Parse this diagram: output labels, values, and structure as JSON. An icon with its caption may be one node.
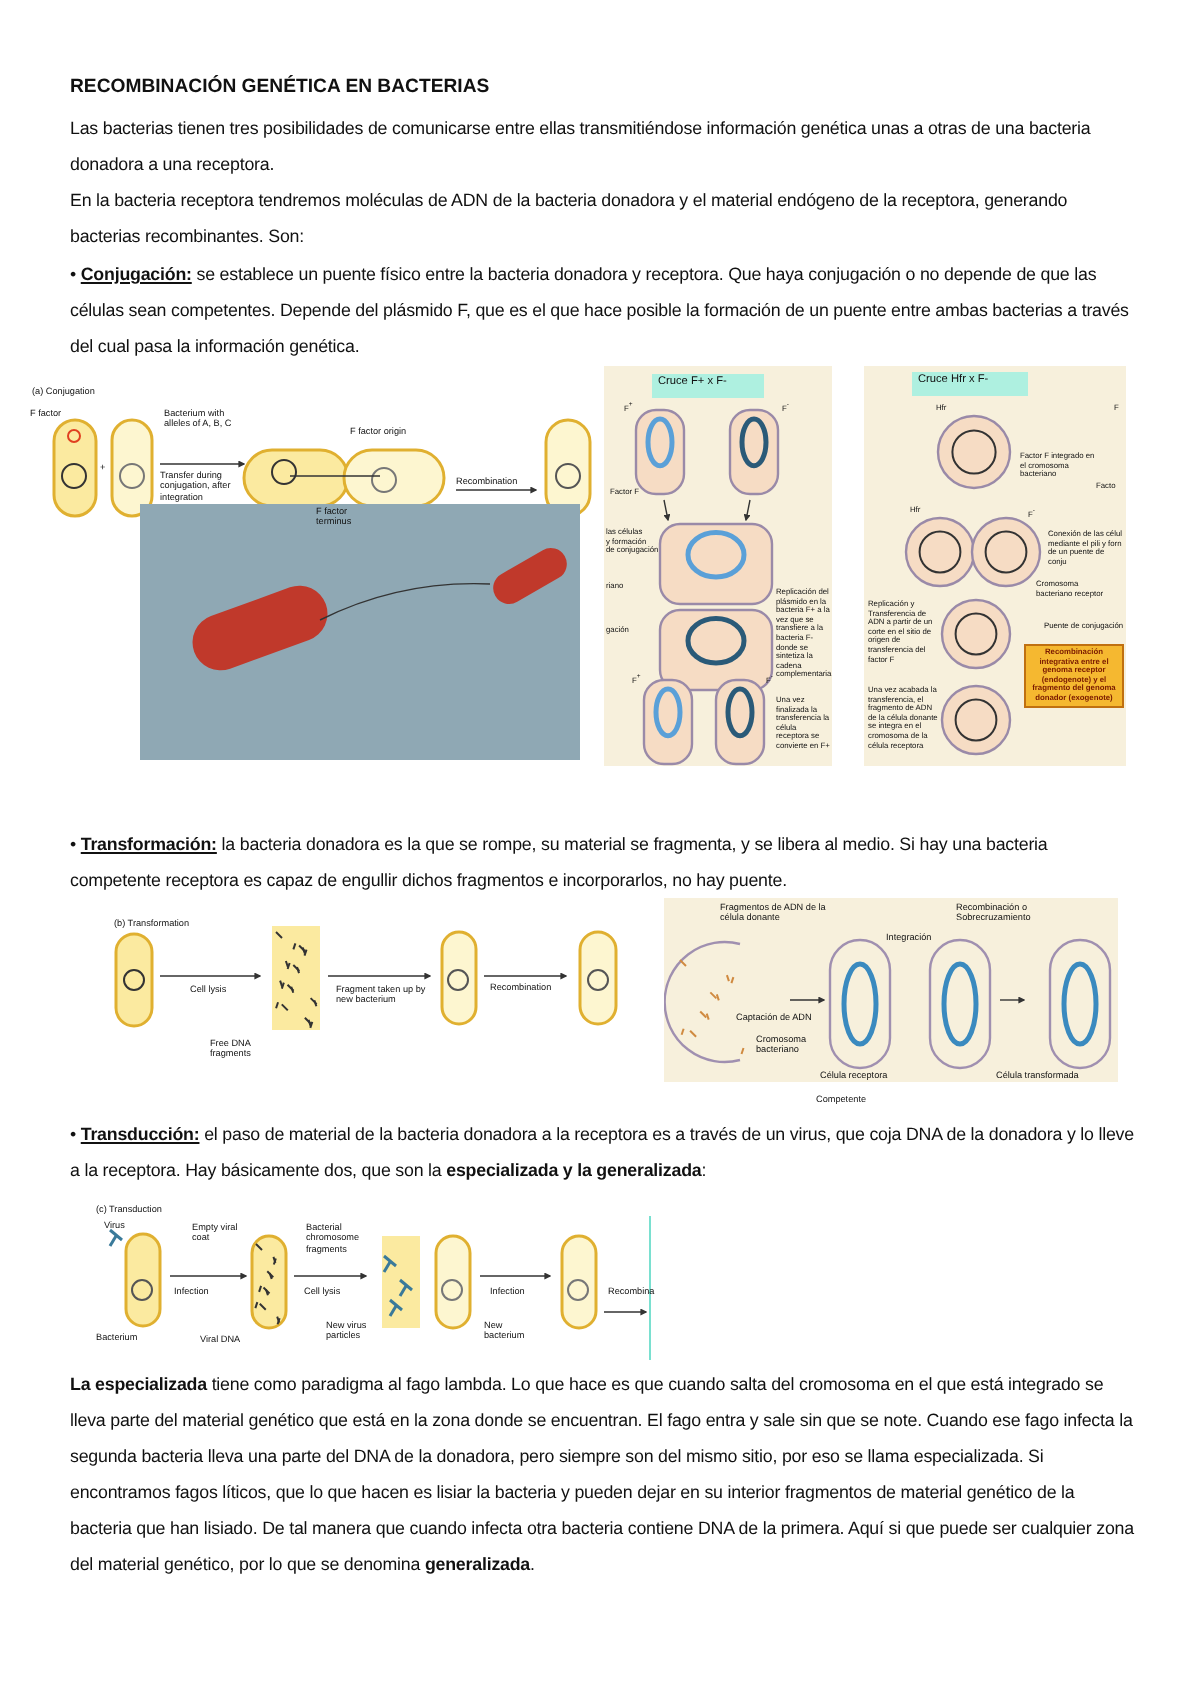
{
  "diagram": {
    "title": "RECOMBINACIÓN GENÉTICA EN BACTERIAS",
    "labels": [
      "Las bacterias tienen tres posibilidades de comunicarse entre ellas transmitiéndose información genética unas a otras de una bacteria donadora a una receptora.",
      "En la bacteria receptora tendremos moléculas de ADN de la bacteria donadora y el material endógeno de la receptora, generando bacterias recombinantes. Son:",
      "• **Conjugación:** se establece un puente físico entre la bacteria donadora y receptora. Que haya conjugación o no depende de que las células sean competentes. Depende del plásmido F, que es el que hace posible la formación de un puente entre ambas bacterias a través del cual pasa la información genética.",
      "(a) Conjugation",
      "F factor",
      "Bacterium with alleles of A, B, C",
      "F factor origin",
      "Transfer during conjugation, after integration",
      "Recombination",
      "F factor terminus",
      "Cruce F+ x F-",
      "F$^{+}$",
      "F$^{-}$",
      "Factor F",
      "las células",
      "y formación",
      "de conjugación",
      "riano",
      "Replicación del plásmido en la bacteria F+ a la vez que se transfiere a la bacteria F- donde se sintetiza la cadena complementaria",
      "gación",
      "F$^{+}$",
      "F$^{-}$",
      "Una vez finalizada la transferencia la célula receptora se convierte en F+",
      "Cruce Hfr x F-",
      "Hfr",
      "F",
      "Factor F integrado en el cromosoma bacteriano",
      "Facto",
      "Hfr",
      "F$^{-}$",
      "Conexión de las célul mediante el pili y forn de un puente de conju",
      "Cromosoma bacteriano receptor",
      "Replicación y Transferencia de ADN a partir de un corte en el sitio de origen de transferencia del factor F",
      "Puente de conjugación",
      "Recombinación integrativa entre el genoma receptor (endogenote) y el fragmento del genoma donador (exogenote)",
      "Una vez acabada la transferencia, el fragmento de ADN de la célula donante se integra en el cromosoma de la célula receptora",
      "• **Transformación:** la bacteria donadora es la que se rompe, su material se fragmenta, y se libera al medio. Si hay una bacteria competente receptora es capaz de engullir dichos fragmentos e incorporarlos, no hay puente.",
      "(b) Transformation",
      "Cell lysis",
      "Fragment taken up by new bacterium",
      "Recombination",
      "Free DNA fragments",
      "Fragmentos de ADN de la célula donante",
      "Recombinación o Sobrecruzamiento",
      "Integración",
      "Captación de ADN",
      "Cromosoma bacteriano",
      "Célula receptora",
      "Célula transformada",
      "Competente",
      "• **Transducción:** el paso de material de la bacteria donadora a la receptora es a través de un virus, que coja DNA de la donadora y lo lleve a la receptora. Hay básicamente dos, que son la **especializada y la generalizada**:",
      "(c) Transduction",
      "Virus",
      "Empty viral coat",
      "Bacterial chromosome fragments",
      "Infection",
      "Cell lysis",
      "Infection",
      "Recombina",
      "Bacterium",
      "Viral DNA",
      "New virus particles",
      "New bacterium",
      "**La especializada** tiene como paradigma al fago lambda. Lo que hace es que cuando salta del cromosoma en el que está integrado se lleva parte del material genético que está en la zona donde se encuentran. El fago entra y sale sin que se note. Cuando ese fago infecta la segunda bacteria lleva una parte del DNA de la donadora, pero siempre son del mismo sitio, por eso se llama especializada. Si encontramos fagos líticos, que lo que hacen es lisiar la bacteria y pueden dejar en su interior fragmentos de material genético de la bacteria que han lisiado. De tal manera que cuando infecta otra bacteria contiene DNA de la primera. Aquí si que puede ser cualquier zona del material genético, por lo que se denomina **generalizada**.",
      "+"
    ]
  }
}
